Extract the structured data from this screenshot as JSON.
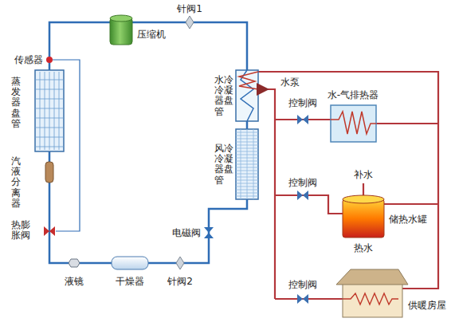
{
  "diagram": {
    "labels": [
      "针阀1",
      "压缩机",
      "传感器",
      "水泵",
      "水-气排热器",
      "控制阀",
      "蒸发器盘管",
      "水冷冷凝器盘管",
      "风冷冷凝器盘管",
      "控制阀",
      "补水",
      "汽液分离器",
      "储热水罐",
      "热膨胀阀",
      "电磁阀",
      "热水",
      "控制阀",
      "液镜",
      "干燥器",
      "针阀2",
      "供暖房屋"
    ]
  }
}
